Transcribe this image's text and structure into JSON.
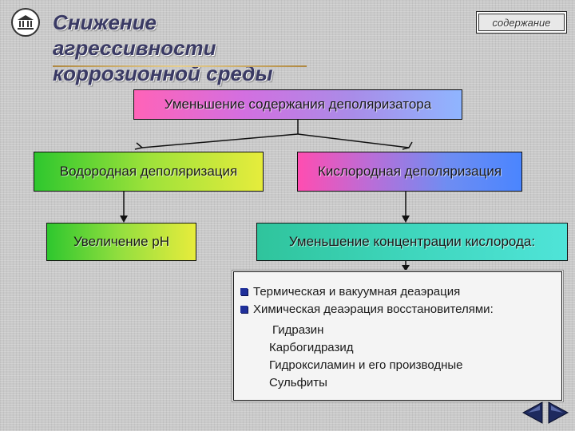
{
  "title": {
    "line1": "Снижение агрессивности",
    "line2": "коррозионной среды"
  },
  "toc_button": "содержание",
  "diagram": {
    "top": "Уменьшение содержания деполяризатора",
    "hydrogen": "Водородная деполяризация",
    "oxygen": "Кислородная деполяризация",
    "ph": "Увеличение pH",
    "oxygen_concentration": "Уменьшение концентрации кислорода:"
  },
  "methods": {
    "bullets": [
      "Термическая и вакуумная деаэрация",
      "Химическая деаэрация восстановителями:"
    ],
    "reducers": [
      "Гидразин",
      "Карбогидразид",
      "Гидроксиламин и его производные",
      "Сульфиты"
    ]
  },
  "colors": {
    "title": "#3a3a64",
    "bullet": "#1f2f9a",
    "nav_arrow": "#1e2a5e"
  },
  "icons": {
    "logo": "university-emblem-icon",
    "bullet": "square-bullet-icon",
    "prev": "triangle-left-icon",
    "next": "triangle-right-icon"
  }
}
